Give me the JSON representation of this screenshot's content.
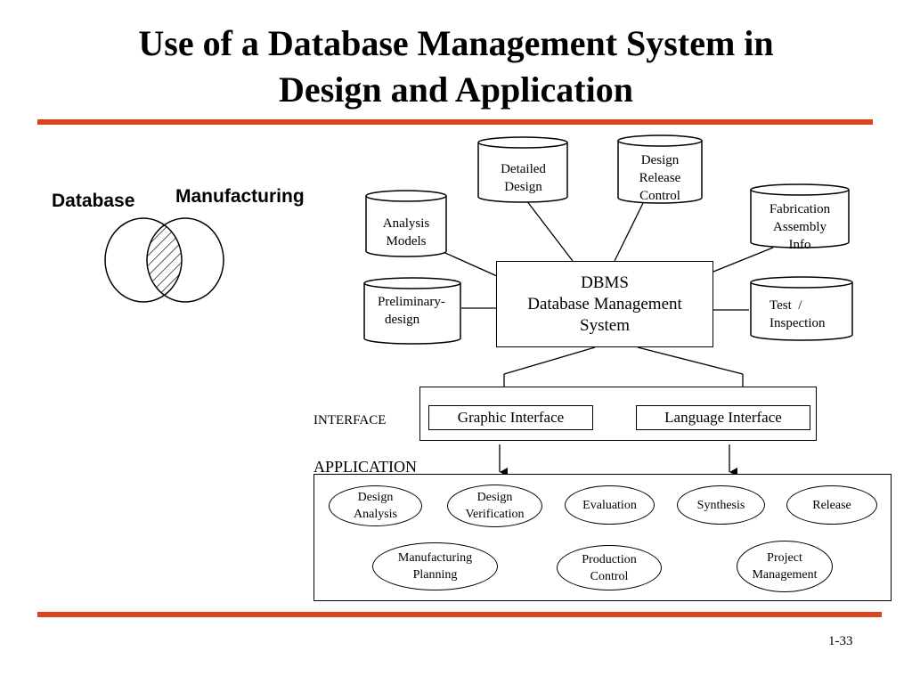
{
  "title": {
    "line1": "Use of a Database Management System in",
    "line2": "Design and Application"
  },
  "venn": {
    "left_label": "Database",
    "right_label": "Manufacturing"
  },
  "databases": {
    "detailed_design": [
      "Detailed",
      "Design"
    ],
    "design_release_control": [
      "Design",
      "Release",
      "Control"
    ],
    "analysis_models": [
      "Analysis",
      "Models"
    ],
    "fabrication_assembly_info": [
      "Fabrication",
      "Assembly",
      "Info"
    ],
    "preliminary_design": [
      "Preliminary-",
      "design"
    ],
    "test_inspection": [
      "Test  /",
      "Inspection"
    ]
  },
  "dbms": {
    "line1": "DBMS",
    "line2": "Database Management",
    "line3": "System"
  },
  "interface": {
    "label": "INTERFACE",
    "graphic": "Graphic Interface",
    "language": "Language Interface"
  },
  "application": {
    "label": "APPLICATION",
    "design_analysis": [
      "Design",
      "Analysis"
    ],
    "design_verification": [
      "Design",
      "Verification"
    ],
    "evaluation": "Evaluation",
    "synthesis": "Synthesis",
    "release": "Release",
    "manufacturing_planning": [
      "Manufacturing",
      "Planning"
    ],
    "production_control": [
      "Production",
      "Control"
    ],
    "project_management": [
      "Project",
      "Management"
    ]
  },
  "page_number": "1-33",
  "colors": {
    "accent_rule": "#d9431e"
  }
}
